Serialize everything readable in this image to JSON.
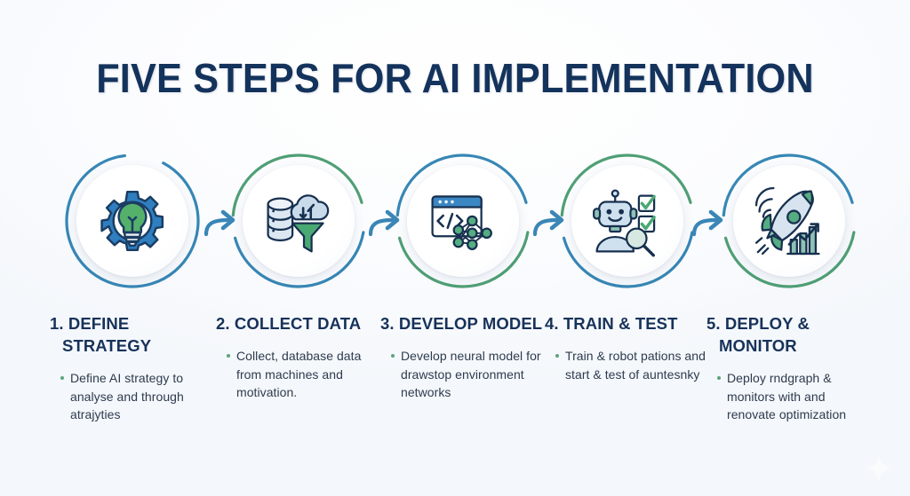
{
  "title": "FIVE STEPS FOR AI IMPLEMENTATION",
  "colors": {
    "title": "#14335c",
    "heading": "#17325a",
    "body_text": "#2e3b4e",
    "ring_blue": "#3787b5",
    "ring_green": "#4f9f75",
    "arrow_blue": "#3a86b6",
    "bullet_green": "#5ba37e",
    "background": "#f4f7fb"
  },
  "steps": [
    {
      "number": "1.",
      "heading": "1. DEFINE STRATEGY",
      "bullet": "Define AI strategy to analyse and through atrajyties",
      "icon": "gear-lightbulb-icon",
      "ring_top_color": "#3787b5",
      "ring_bottom_color": "#3787b5"
    },
    {
      "number": "2.",
      "heading": "2. COLLECT DATA",
      "bullet": "Collect, database data from machines and motivation.",
      "icon": "database-cloud-funnel-icon",
      "ring_top_color": "#4f9f75",
      "ring_bottom_color": "#3787b5"
    },
    {
      "number": "3.",
      "heading": "3. DEVELOP MODEL",
      "bullet": "Develop neural model for drawstop environment networks",
      "icon": "code-window-neural-network-icon",
      "ring_top_color": "#3787b5",
      "ring_bottom_color": "#4f9f75"
    },
    {
      "number": "4.",
      "heading": "4. TRAIN & TEST",
      "bullet": "Train & robot pations and start & test of auntesnky",
      "icon": "robot-checklist-magnifier-icon",
      "ring_top_color": "#4f9f75",
      "ring_bottom_color": "#3787b5"
    },
    {
      "number": "5.",
      "heading": "5. DEPLOY & MONITOR",
      "bullet": "Deploy rndgraph & monitors with and renovate optimization",
      "icon": "rocket-growth-chart-icon",
      "ring_top_color": "#3787b5",
      "ring_bottom_color": "#4f9f75"
    }
  ],
  "arrows": {
    "count": 4,
    "direction": "right",
    "shape": "curved-arrow"
  },
  "watermark": {
    "shape": "sparkle-diamond"
  }
}
